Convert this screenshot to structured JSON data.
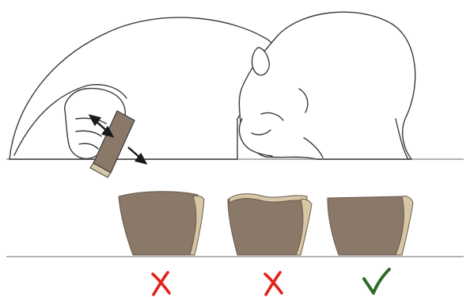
{
  "colors": {
    "background": "#ffffff",
    "line_art": "#3a3a3a",
    "stone_face": "#8a7868",
    "stone_edge": "#d6c7a6",
    "surface_line": "#9a9a9a",
    "wrong_mark": "#e2231a",
    "right_mark": "#2f6b2a",
    "arrow": "#1a1a1a"
  },
  "illustration": {
    "subject": "person-checking-stone-flatness-icon",
    "stones": [
      {
        "name": "stone-sample-convex",
        "verdict": "wrong",
        "verdict_icon": "cross-mark-icon"
      },
      {
        "name": "stone-sample-concave",
        "verdict": "wrong",
        "verdict_icon": "cross-mark-icon"
      },
      {
        "name": "stone-sample-flat",
        "verdict": "right",
        "verdict_icon": "check-mark-icon"
      }
    ]
  }
}
